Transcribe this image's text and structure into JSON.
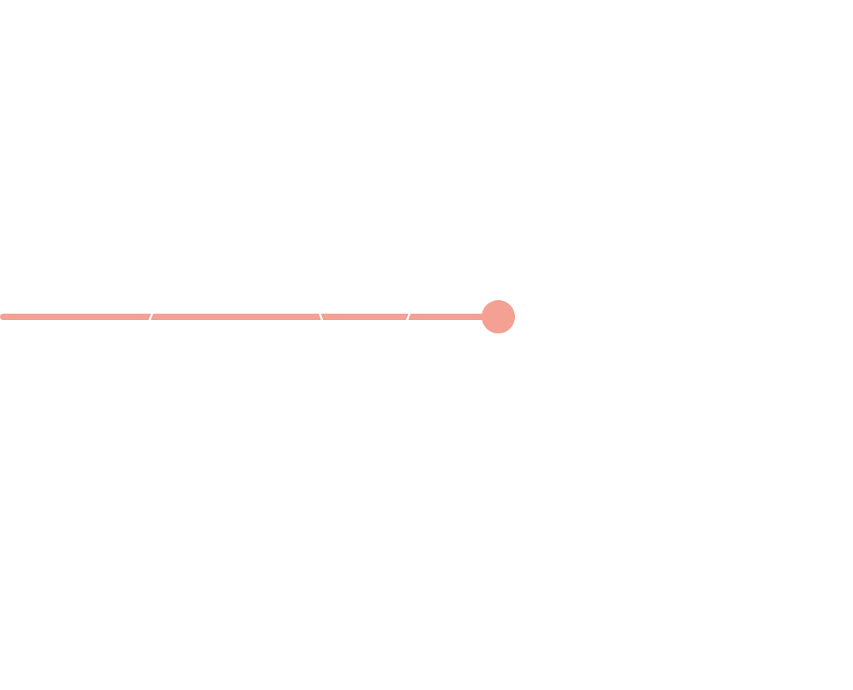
{
  "slider": {
    "min": 0,
    "max": 1,
    "value": 1,
    "color": "#f4a093",
    "mark_color": "#ffffff",
    "marks": [
      0.3,
      0.64,
      0.82
    ]
  }
}
